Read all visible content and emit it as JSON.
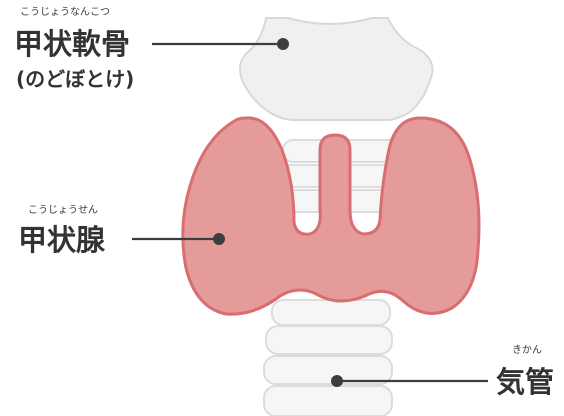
{
  "labels": {
    "thyroid_cartilage": {
      "reading": "こうじょうなんこつ",
      "name": "甲状軟骨",
      "alt_name": "(のどぼとけ)"
    },
    "thyroid_gland": {
      "reading": "こうじょうせん",
      "name": "甲状腺"
    },
    "trachea": {
      "reading": "きかん",
      "name": "気管"
    }
  },
  "colors": {
    "thyroid_fill": "#e49b9a",
    "thyroid_stroke": "#d86e70",
    "cartilage_fill": "#f0f0f0",
    "cartilage_stroke": "#d8d8d8",
    "ring_fill": "#f6f6f6",
    "ring_stroke": "#dcdcdc",
    "leader": "#3d3d3d"
  }
}
